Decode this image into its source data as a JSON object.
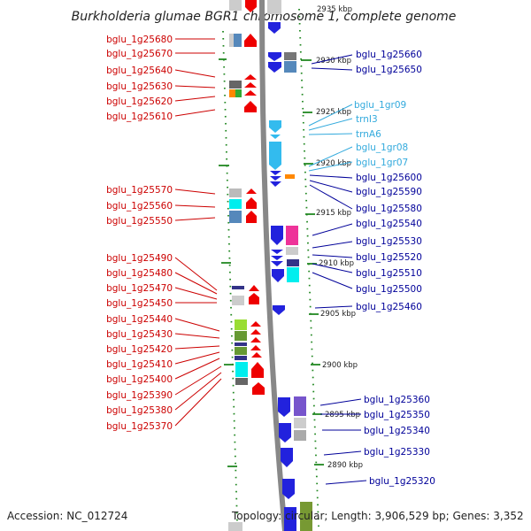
{
  "title": "Burkholderia glumae BGR1 chromosome 1, complete genome",
  "footer": {
    "accession": "Accession: NC_012724",
    "topology": "Topology: circular; Length: 3,906,529 bp; Genes: 3,352"
  },
  "colors": {
    "left_label": "#cc0000",
    "right_label": "#000099",
    "rna_label": "#33aadd",
    "tick": "#228822",
    "backbone": "#888888"
  },
  "kbp_marks": [
    "2935 kbp",
    "2930 kbp",
    "2925 kbp",
    "2920 kbp",
    "2915 kbp",
    "2910 kbp",
    "2905 kbp",
    "2900 kbp",
    "2895 kbp",
    "2890 kbp"
  ],
  "left_genes": [
    "bglu_1g25680",
    "bglu_1g25670",
    "bglu_1g25640",
    "bglu_1g25630",
    "bglu_1g25620",
    "bglu_1g25610",
    "bglu_1g25570",
    "bglu_1g25560",
    "bglu_1g25550",
    "bglu_1g25490",
    "bglu_1g25480",
    "bglu_1g25470",
    "bglu_1g25450",
    "bglu_1g25440",
    "bglu_1g25430",
    "bglu_1g25420",
    "bglu_1g25410",
    "bglu_1g25400",
    "bglu_1g25390",
    "bglu_1g25380",
    "bglu_1g25370"
  ],
  "right_genes": [
    {
      "name": "bglu_1g25660",
      "kind": "gene"
    },
    {
      "name": "bglu_1g25650",
      "kind": "gene"
    },
    {
      "name": "bglu_1gr09",
      "kind": "rna"
    },
    {
      "name": "trnI3",
      "kind": "rna"
    },
    {
      "name": "trnA6",
      "kind": "rna"
    },
    {
      "name": "bglu_1gr08",
      "kind": "rna"
    },
    {
      "name": "bglu_1gr07",
      "kind": "rna"
    },
    {
      "name": "bglu_1g25600",
      "kind": "gene"
    },
    {
      "name": "bglu_1g25590",
      "kind": "gene"
    },
    {
      "name": "bglu_1g25580",
      "kind": "gene"
    },
    {
      "name": "bglu_1g25540",
      "kind": "gene"
    },
    {
      "name": "bglu_1g25530",
      "kind": "gene"
    },
    {
      "name": "bglu_1g25520",
      "kind": "gene"
    },
    {
      "name": "bglu_1g25510",
      "kind": "gene"
    },
    {
      "name": "bglu_1g25500",
      "kind": "gene"
    },
    {
      "name": "bglu_1g25460",
      "kind": "gene"
    },
    {
      "name": "bglu_1g25360",
      "kind": "gene"
    },
    {
      "name": "bglu_1g25350",
      "kind": "gene"
    },
    {
      "name": "bglu_1g25340",
      "kind": "gene"
    },
    {
      "name": "bglu_1g25330",
      "kind": "gene"
    },
    {
      "name": "bglu_1g25320",
      "kind": "gene"
    }
  ]
}
